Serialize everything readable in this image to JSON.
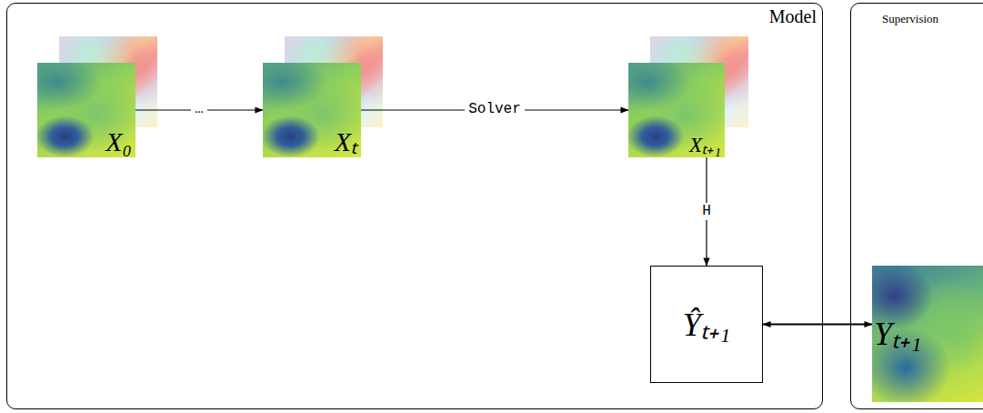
{
  "diagram": {
    "nodes": [
      {
        "text": [
          "Model"
        ]
      },
      {
        "text": [
          "X₀"
        ],
        "in": 0
      },
      {
        "text": [
          "Xₜ"
        ],
        "in": 0
      },
      {
        "text": [
          "Xₜ₊₁"
        ],
        "in": 0
      },
      {
        "text": [
          "Ŷₜ₊₁"
        ],
        "in": 0
      },
      {
        "text": [
          "Supervision"
        ]
      },
      {
        "text": [
          "Yₜ₊₁"
        ],
        "in": 5
      }
    ],
    "edges": [
      {
        "from": 1,
        "to": 2,
        "arrow": "to",
        "label": "…"
      },
      {
        "from": 2,
        "to": 3,
        "arrow": "to",
        "label": "Solver"
      },
      {
        "from": 3,
        "to": 4,
        "arrow": "to",
        "label": "H"
      },
      {
        "from": 4,
        "to": 6,
        "arrow": "both"
      }
    ]
  }
}
